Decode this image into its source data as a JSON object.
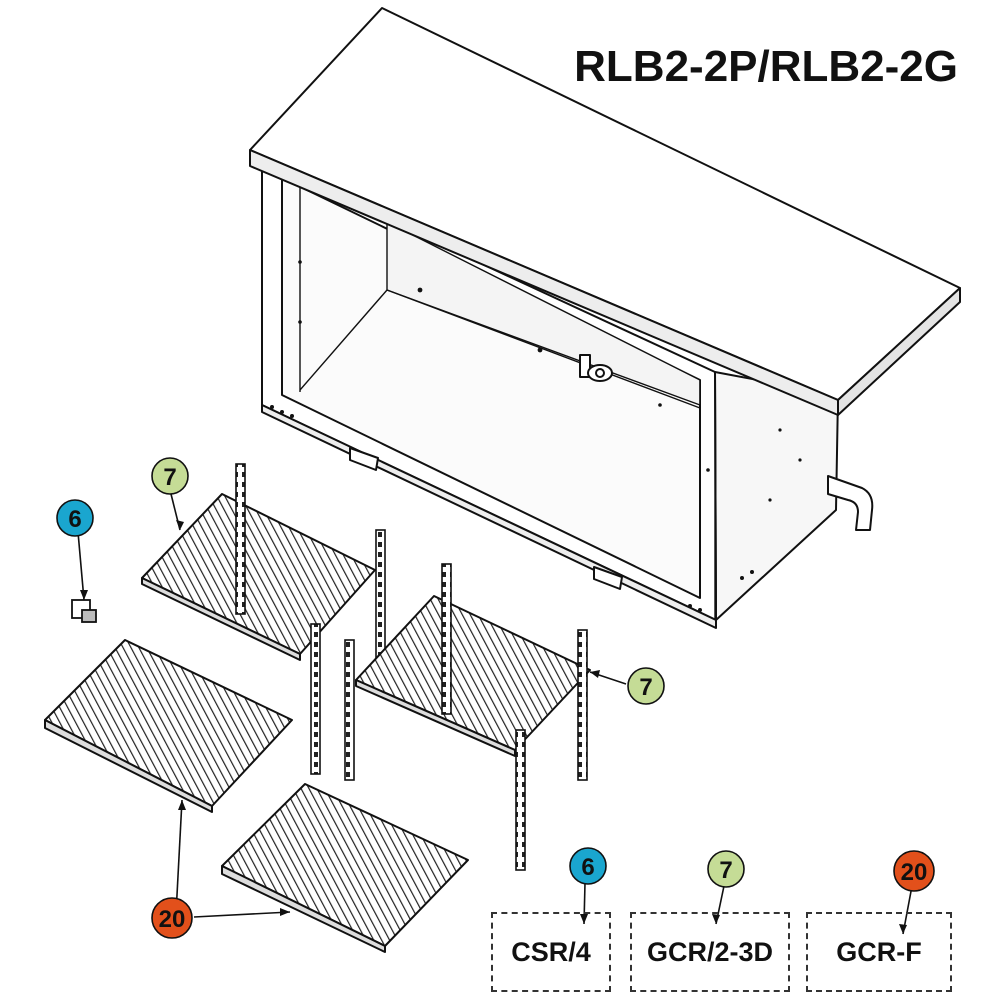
{
  "title": "RLB2-2P/RLB2-2G",
  "colors": {
    "callout_blue": "#1aa6cf",
    "callout_green": "#c5dc96",
    "callout_orange": "#e2501b",
    "line": "#111111"
  },
  "callouts": {
    "shelf_clip": "6",
    "shelf_left": "7",
    "shelf_right": "7",
    "floor_rack": "20"
  },
  "kits": [
    {
      "number": "6",
      "code": "CSR/4"
    },
    {
      "number": "7",
      "code": "GCR/2-3D"
    },
    {
      "number": "20",
      "code": "GCR-F"
    }
  ]
}
